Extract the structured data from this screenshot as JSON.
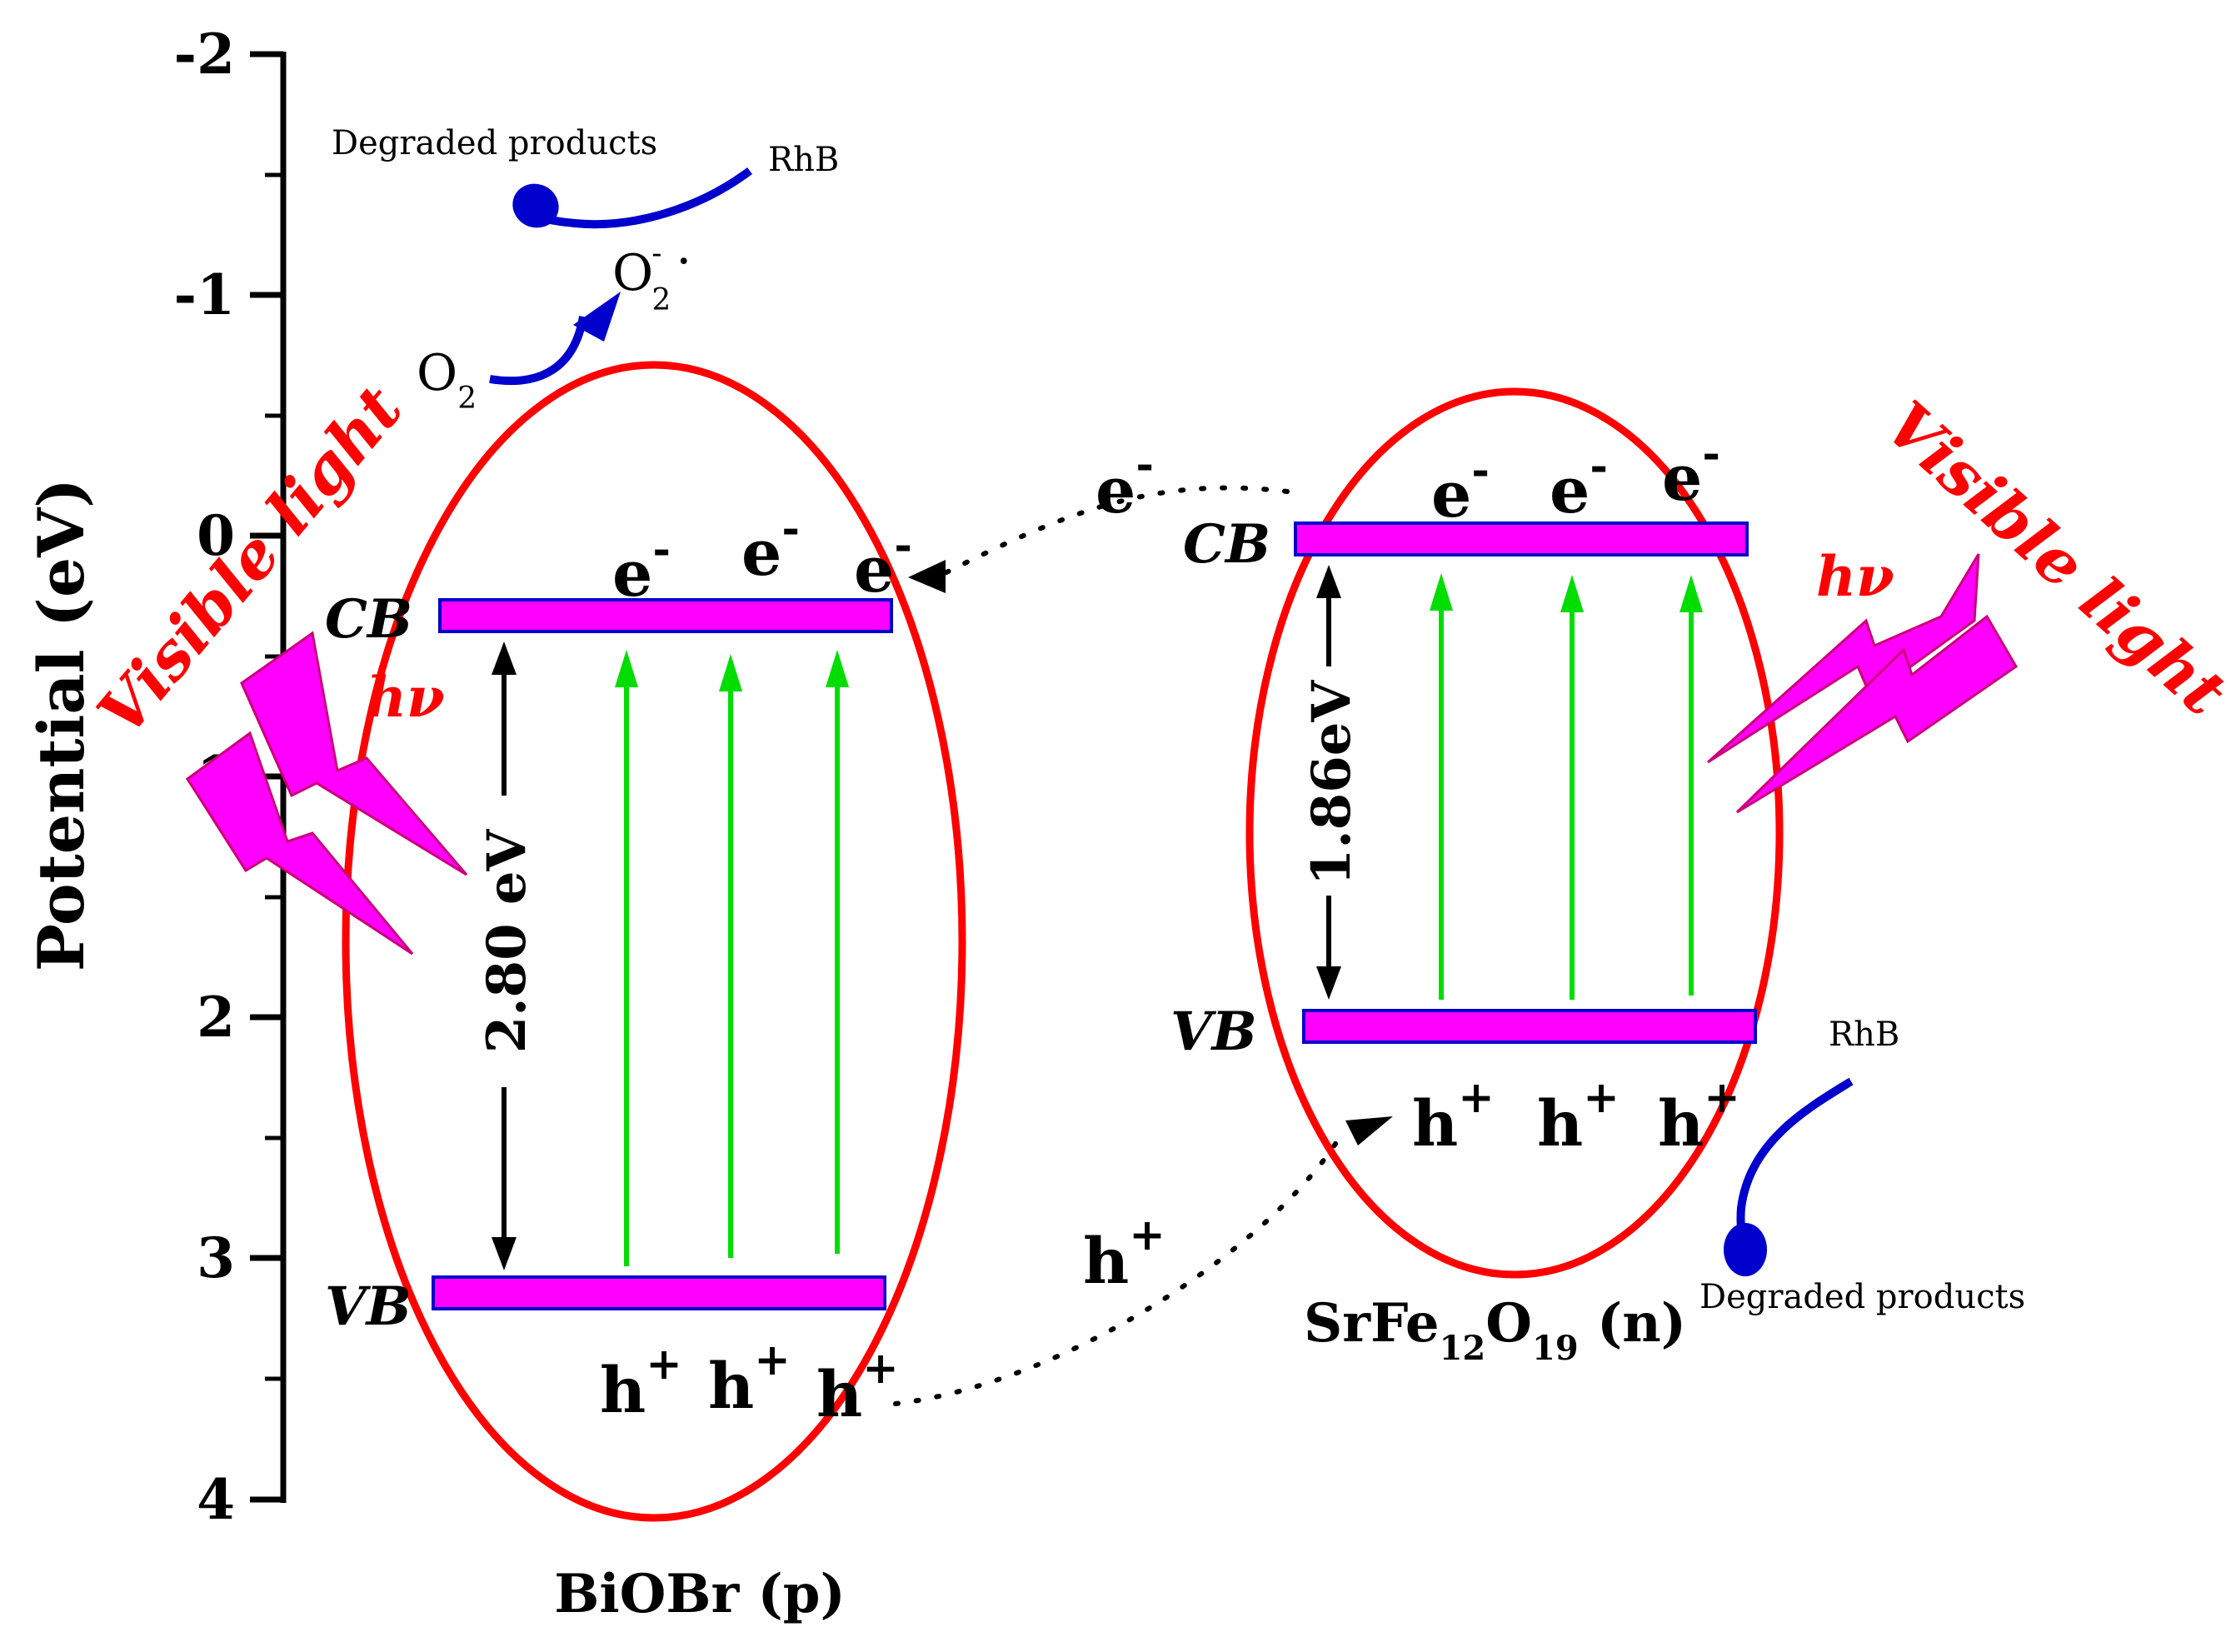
{
  "axis": {
    "title": "Potential (eV)",
    "ticks": [
      "-2",
      "-1",
      "0",
      "1",
      "2",
      "3",
      "4"
    ]
  },
  "left": {
    "material": "BiOBr (p)",
    "cb_label": "CB",
    "vb_label": "VB",
    "gap_label": "2.80 eV",
    "electron": "e",
    "electron_sup": "-",
    "hole": "h",
    "hole_sup": "+",
    "light_label": "Visible light",
    "hv_label": "hν",
    "band_color": "#ff00ff",
    "band_border": "#0000cc",
    "ellipse_color": "#ff0000",
    "excitation_color": "#00dd00"
  },
  "right": {
    "material_main": "SrFe",
    "material_sub1": "12",
    "material_mid": "O",
    "material_sub2": "19",
    "material_tail": " (n)",
    "cb_label": "CB",
    "vb_label": "VB",
    "gap_label": "1.86eV",
    "electron": "e",
    "electron_sup": "-",
    "hole": "h",
    "hole_sup": "+",
    "light_label": "Visible light",
    "hv_label": "hν"
  },
  "transfer": {
    "electron": "e",
    "electron_sup": "-",
    "hole": "h",
    "hole_sup": "+"
  },
  "reactions": {
    "o2": "O",
    "o2_sub": "2",
    "superoxide": "O",
    "superoxide_sup": "-",
    "superoxide_sub": "2",
    "superoxide_dot": "·",
    "rhb_top": "RhB",
    "degraded_top": "Degraded products",
    "rhb_right": "RhB",
    "degraded_right": "Degraded products",
    "reaction_color": "#0000cc"
  }
}
